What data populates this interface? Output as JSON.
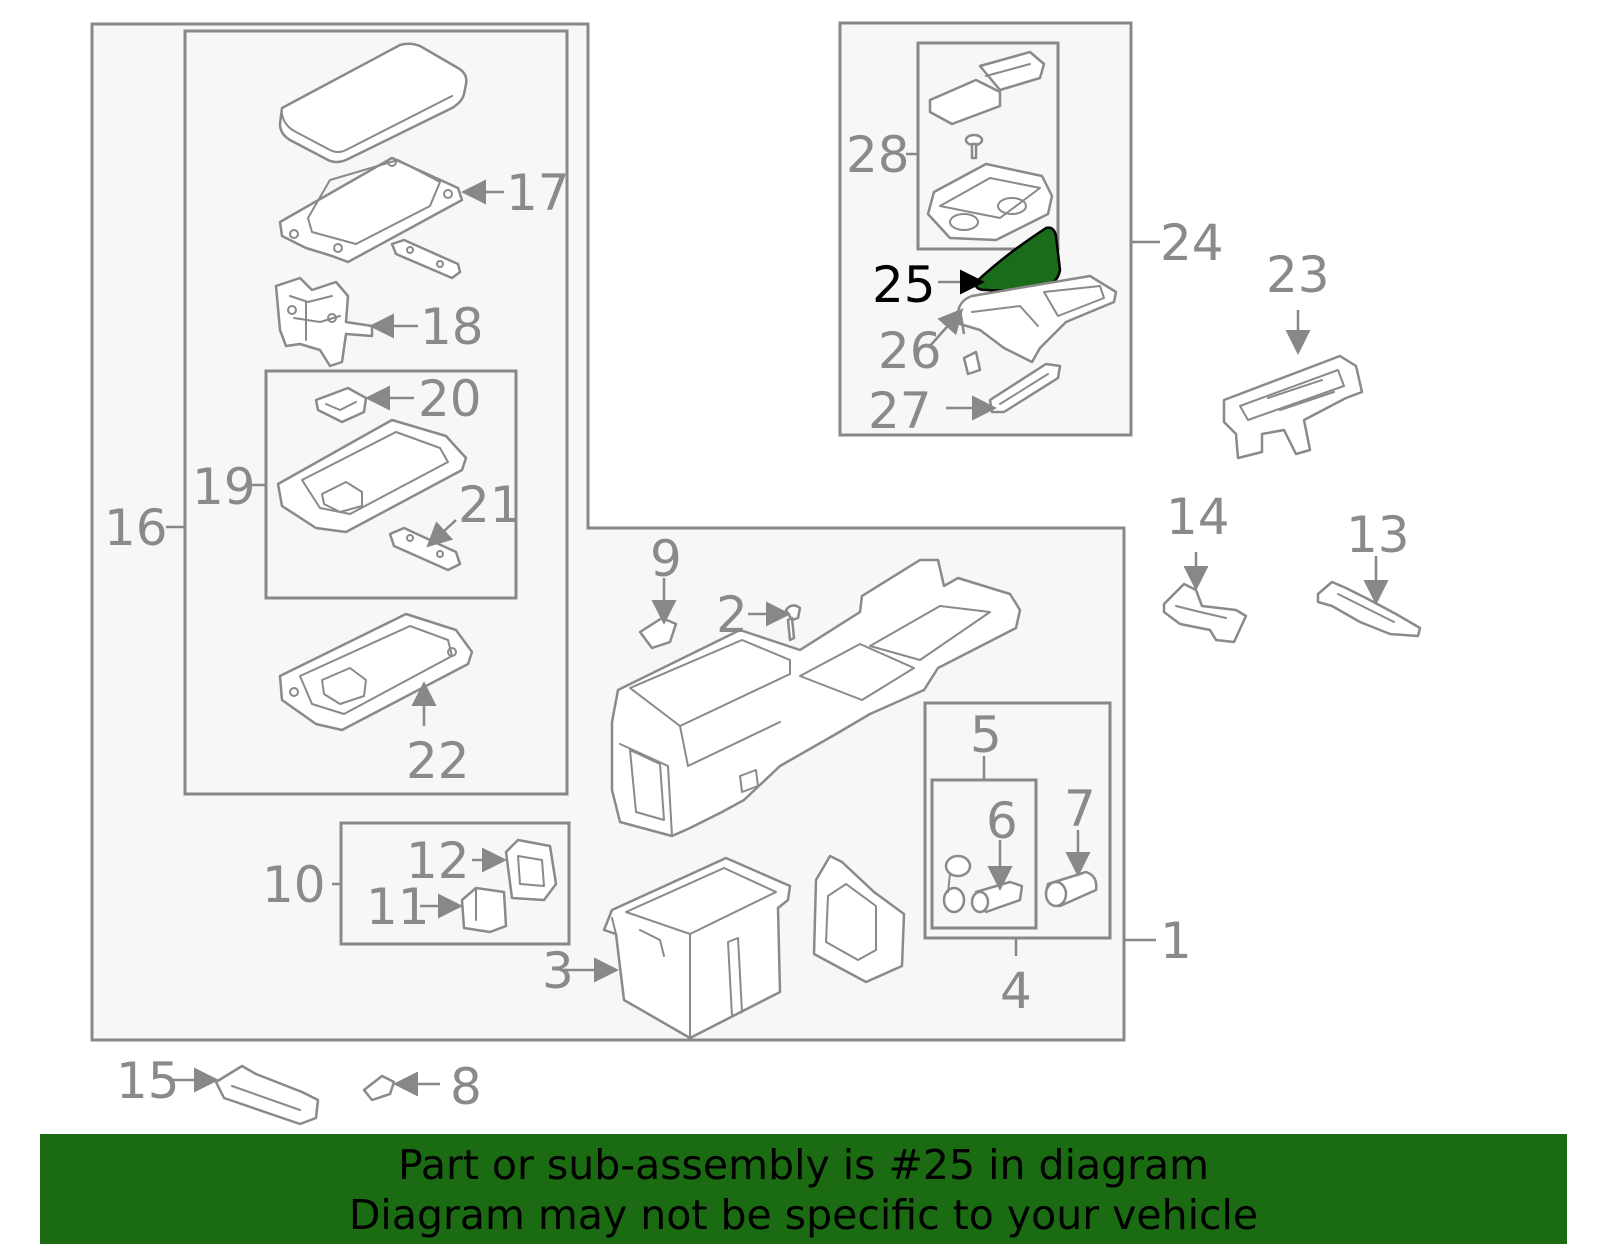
{
  "diagram": {
    "callouts": {
      "c1": "1",
      "c2": "2",
      "c3": "3",
      "c4": "4",
      "c5": "5",
      "c6": "6",
      "c7": "7",
      "c8": "8",
      "c9": "9",
      "c10": "10",
      "c11": "11",
      "c12": "12",
      "c13": "13",
      "c14": "14",
      "c15": "15",
      "c16": "16",
      "c17": "17",
      "c18": "18",
      "c19": "19",
      "c20": "20",
      "c21": "21",
      "c22": "22",
      "c23": "23",
      "c24": "24",
      "c25": "25",
      "c26": "26",
      "c27": "27",
      "c28": "28"
    },
    "highlight_part": "25",
    "highlight_color": "#1a6b1a"
  },
  "banner": {
    "line1": "Part or sub-assembly is #25 in diagram",
    "line2": "Diagram may not be specific to your vehicle",
    "background": "#1a6b12"
  }
}
